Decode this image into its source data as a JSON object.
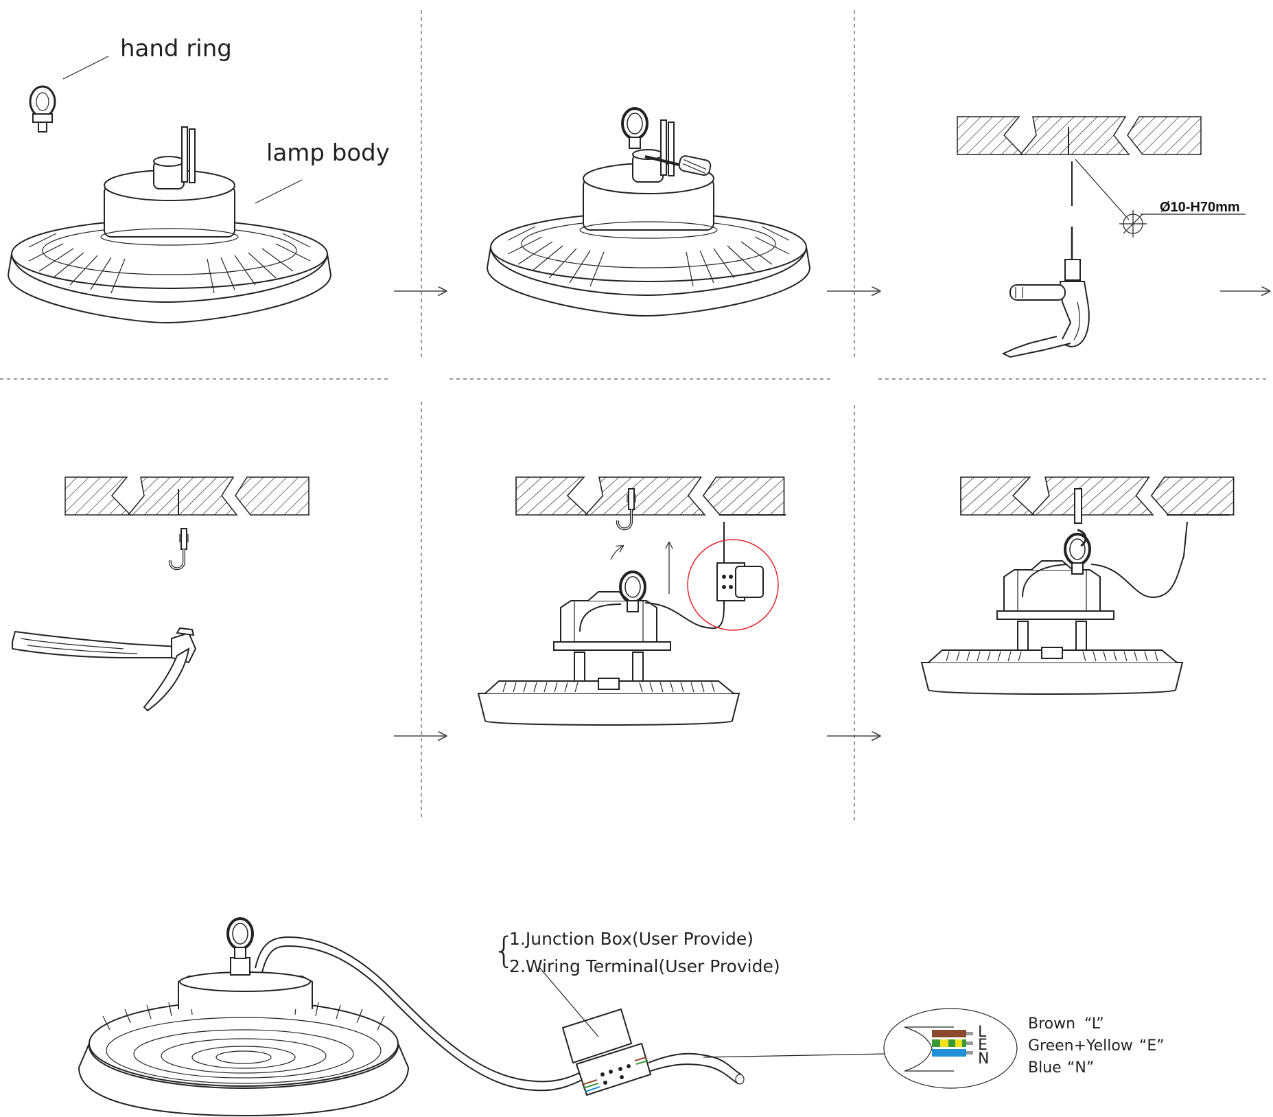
{
  "labels": {
    "hand_ring": "hand ring",
    "lamp_body": "lamp body",
    "drill_spec": "Ø10-H70mm",
    "junction_box": "1.Junction Box(User Provide)",
    "wiring_terminal": "2.Wiring Terminal(User Provide)"
  },
  "wiring": {
    "terminals": [
      "L",
      "E",
      "N"
    ],
    "legend": [
      {
        "name": "Brown",
        "code": "“L”",
        "color": "#8b4a2b"
      },
      {
        "name": "Green+Yellow",
        "code": "“E”",
        "color": "#3a9a3a"
      },
      {
        "name": "Blue",
        "code": "“N”",
        "color": "#1f8fd6"
      }
    ],
    "yellow_stripe": "#f2e21b"
  },
  "colors": {
    "line": "#222222",
    "highlight_circle": "#e0262d"
  }
}
